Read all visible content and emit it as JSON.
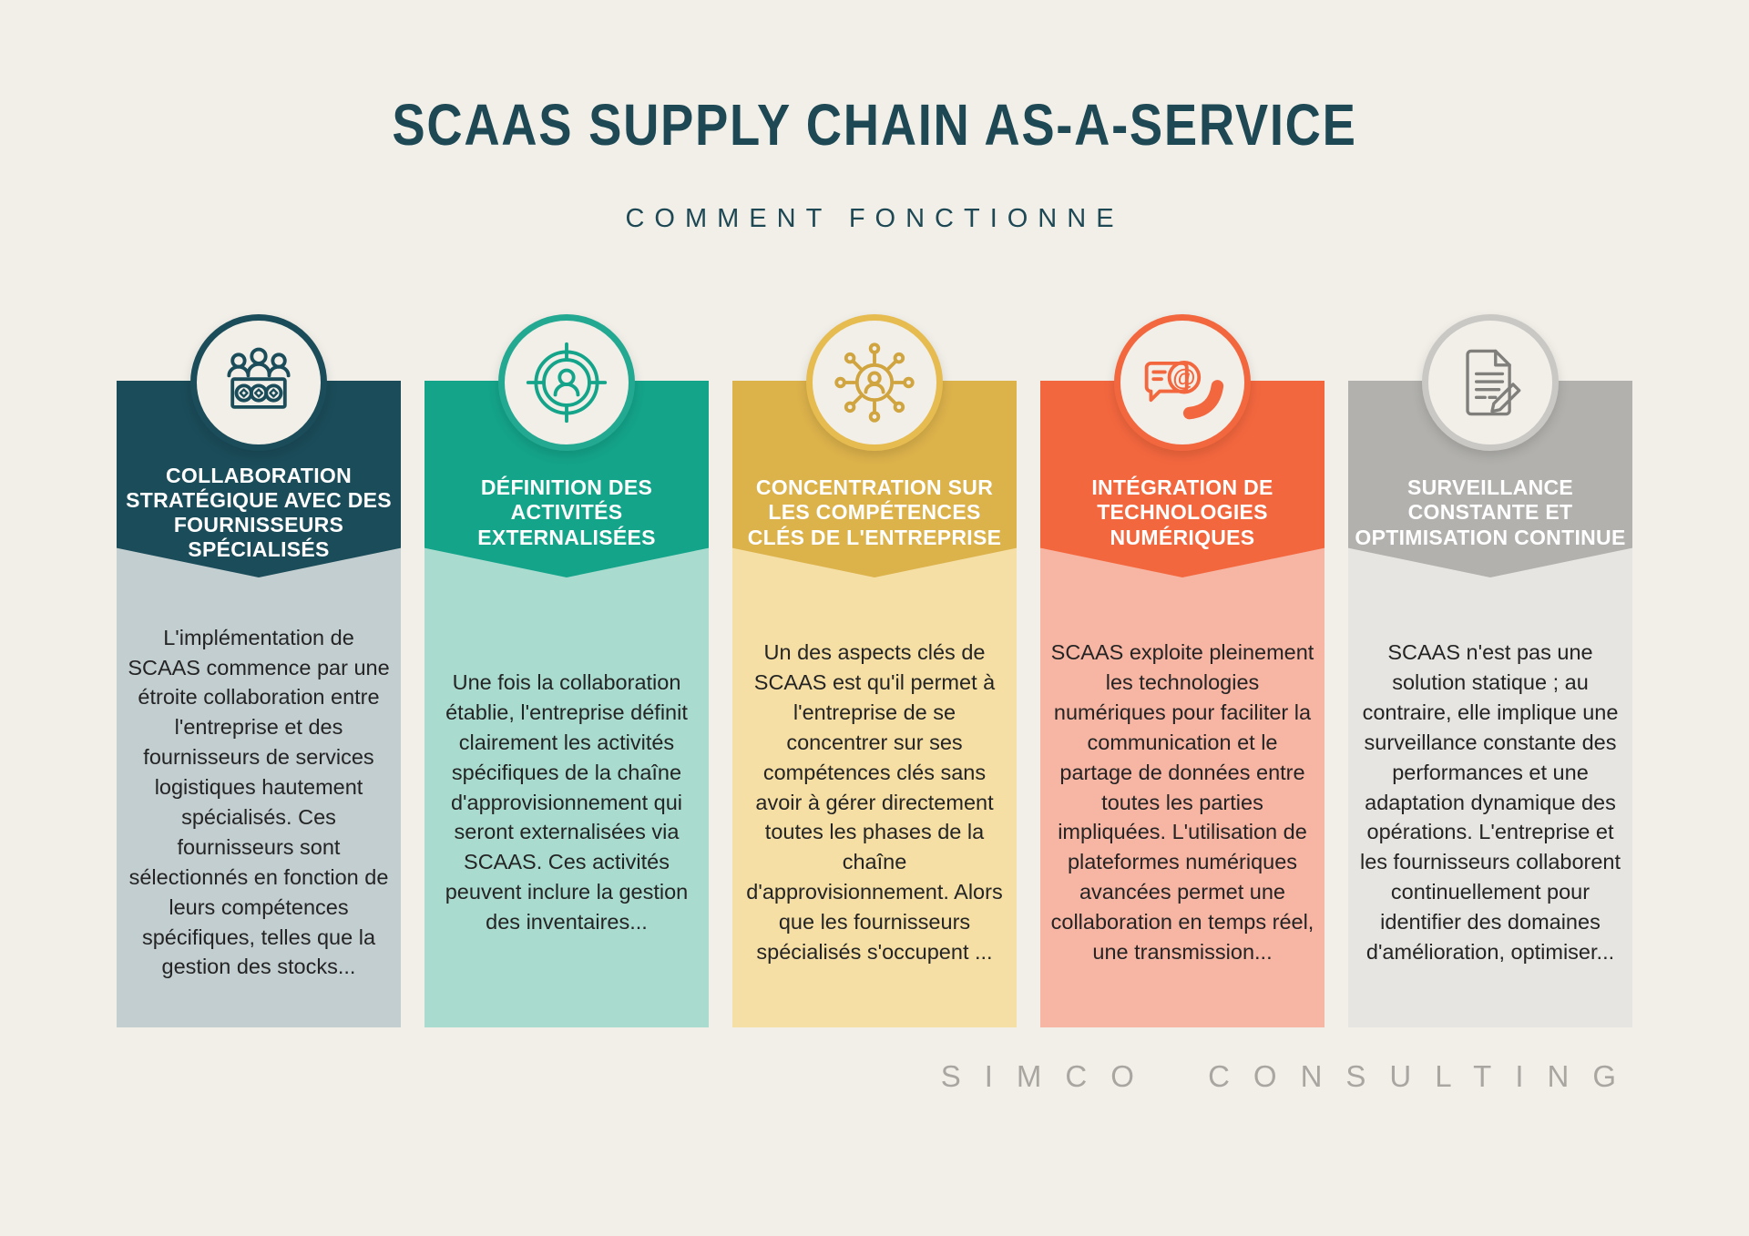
{
  "page": {
    "background_color": "#f2efe9",
    "title_color": "#1d4854"
  },
  "header": {
    "title": "SCAAS SUPPLY CHAIN AS-A-SERVICE",
    "subtitle": "COMMENT FONCTIONNE"
  },
  "footer": {
    "brand": "SIMCO CONSULTING"
  },
  "columns": [
    {
      "icon": "team-suppliers-icon",
      "header_color": "#1b4c59",
      "body_color": "#c3ced0",
      "circle_border_color": "#1b4c59",
      "icon_color": "#1b4c59",
      "title": "COLLABORATION STRATÉGIQUE AVEC DES FOURNISSEURS SPÉCIALISÉS",
      "body": "L'implémentation de SCAAS commence par une étroite collaboration entre l'entreprise et des fournisseurs de services logistiques hautement spécialisés. Ces fournisseurs sont sélectionnés en fonction de leurs compétences spécifiques, telles que la gestion des stocks..."
    },
    {
      "icon": "target-person-icon",
      "header_color": "#14a48a",
      "body_color": "#a9dccf",
      "circle_border_color": "#23a991",
      "icon_color": "#14a48a",
      "title": "DÉFINITION DES ACTIVITÉS EXTERNALISÉES",
      "body": "Une fois la collaboration établie, l'entreprise définit clairement les activités spécifiques de la chaîne d'approvisionnement qui seront externalisées via SCAAS. Ces activités peuvent inclure la gestion des inventaires..."
    },
    {
      "icon": "network-person-icon",
      "header_color": "#dcb24b",
      "body_color": "#f5dfa5",
      "circle_border_color": "#e6bb4f",
      "icon_color": "#d0a43e",
      "title": "CONCENTRATION SUR LES COMPÉTENCES CLÉS DE L'ENTREPRISE",
      "body": "Un des aspects clés de SCAAS est qu'il permet à l'entreprise de se concentrer sur ses compétences clés sans avoir à gérer directement toutes les phases de la chaîne d'approvisionnement. Alors que les fournisseurs spécialisés s'occupent ..."
    },
    {
      "icon": "digital-communication-icon",
      "header_color": "#f3673e",
      "body_color": "#f7b5a3",
      "circle_border_color": "#f3673e",
      "icon_color": "#f3673e",
      "title": "INTÉGRATION DE TECHNOLOGIES NUMÉRIQUES",
      "body": "SCAAS exploite pleinement les technologies numériques pour faciliter la communication et le partage de données entre toutes les parties impliquées. L'utilisation de plateformes numériques avancées permet une collaboration en temps réel, une transmission..."
    },
    {
      "icon": "document-pencil-icon",
      "header_color": "#b2b1ae",
      "body_color": "#e6e5e1",
      "circle_border_color": "#c9c8c4",
      "icon_color": "#807f7b",
      "title": "SURVEILLANCE CONSTANTE ET OPTIMISATION CONTINUE",
      "body": "SCAAS n'est pas une solution statique ; au contraire, elle implique une surveillance constante des performances et une adaptation dynamique des opérations. L'entreprise et les fournisseurs collaborent continuellement pour identifier des domaines d'amélioration, optimiser..."
    }
  ]
}
